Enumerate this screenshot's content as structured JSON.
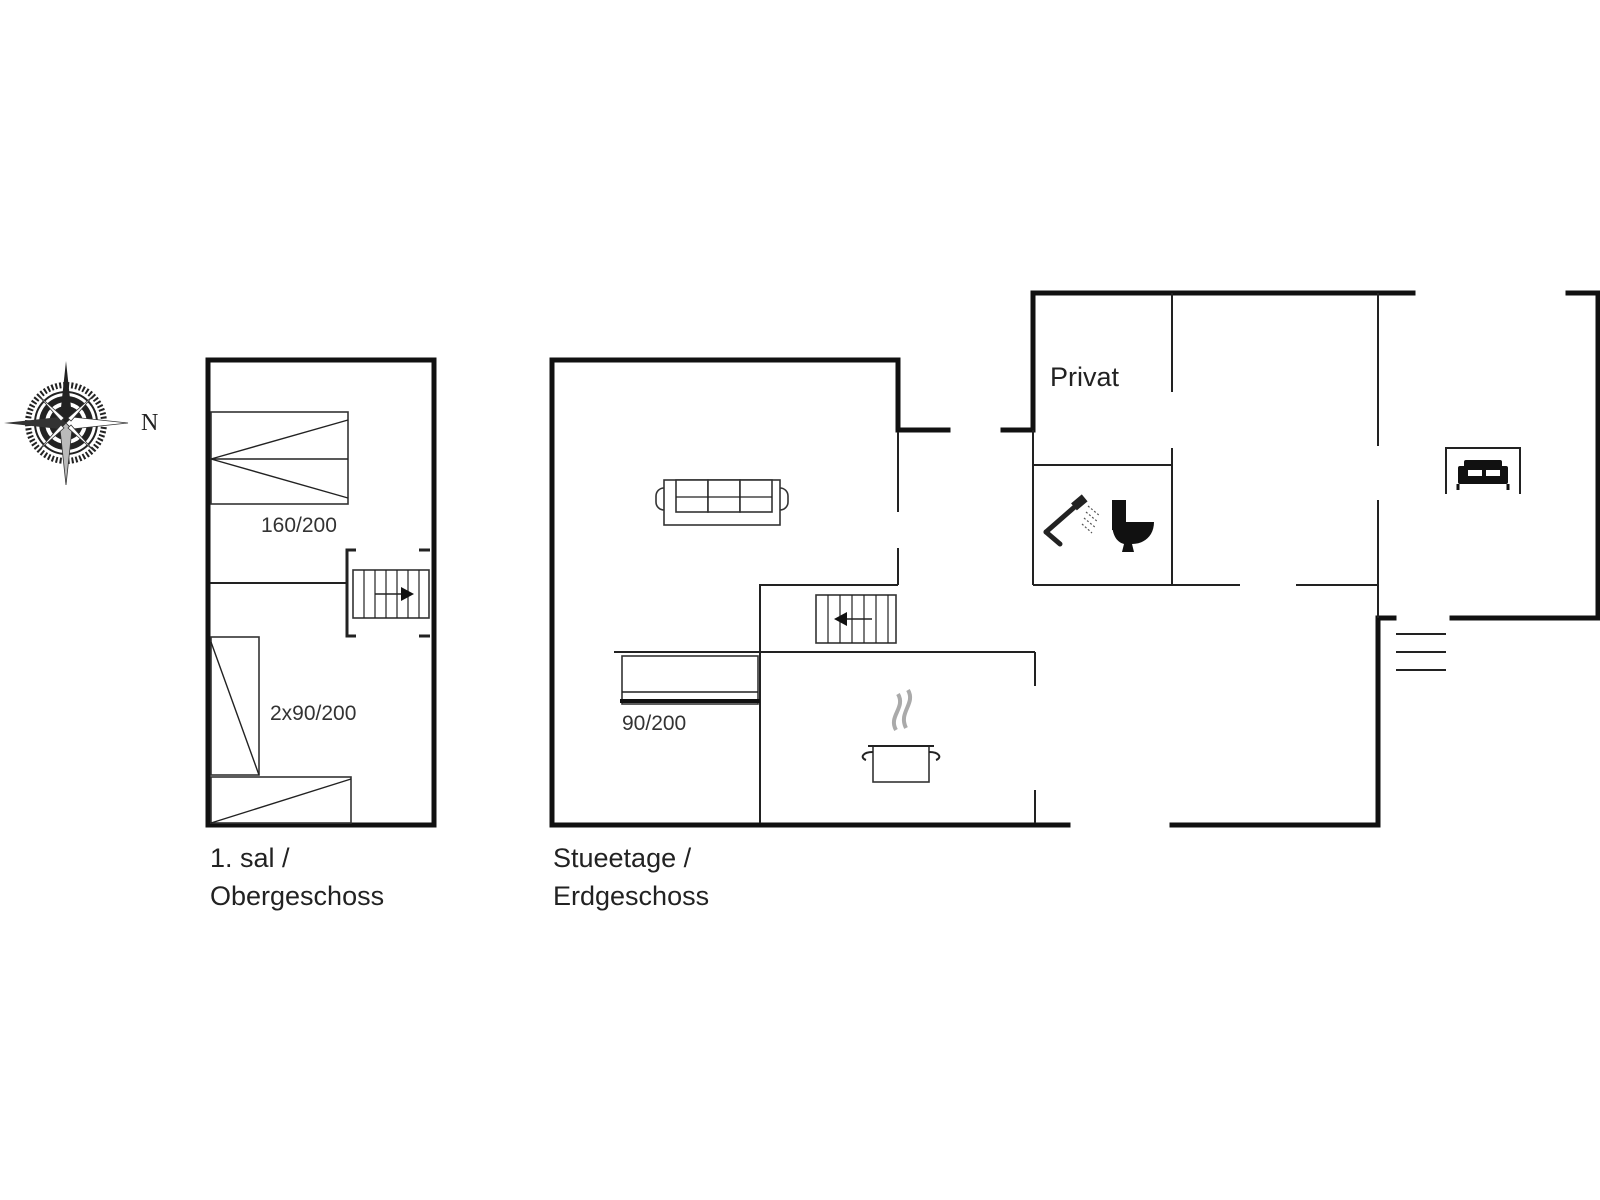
{
  "compass": {
    "north_label": "N"
  },
  "upper_floor": {
    "title_line1": "1. sal /",
    "title_line2": "Obergeschoss",
    "bed_large_label": "160/200",
    "bed_twin_label": "2x90/200"
  },
  "ground_floor": {
    "title_line1": "Stueetage /",
    "title_line2": "Erdgeschoss",
    "bed_single_label": "90/200",
    "private_room_label": "Privat"
  },
  "icons": [
    "compass-icon",
    "sofa-icon",
    "stairs-icon",
    "cooking-pot-icon",
    "shower-icon",
    "toilet-icon",
    "double-bed-icon",
    "entrance-steps-icon"
  ]
}
